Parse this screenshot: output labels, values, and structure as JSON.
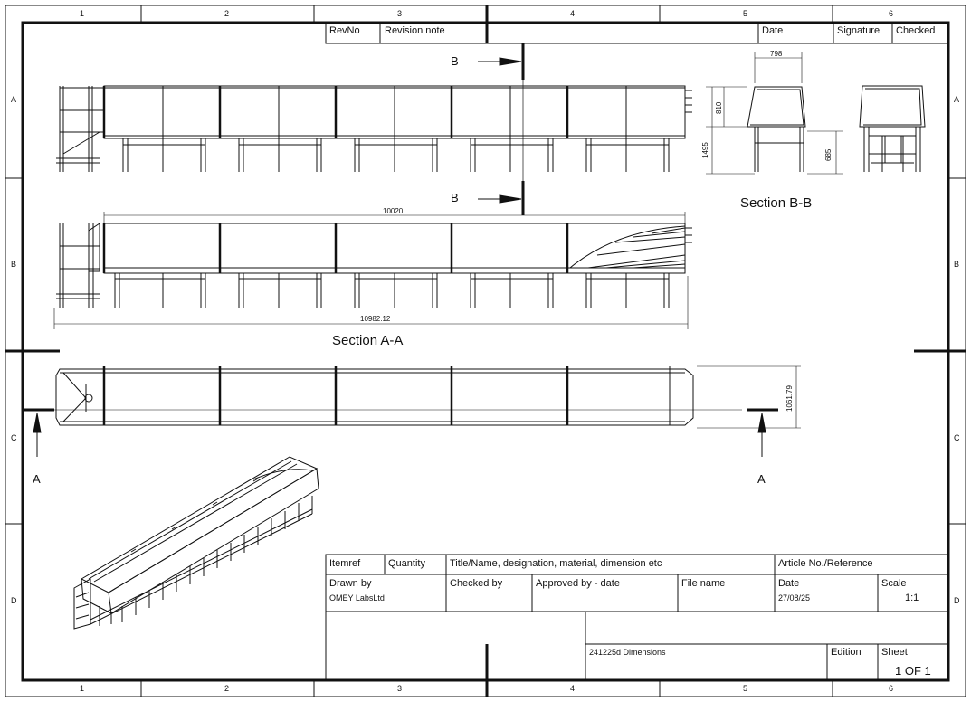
{
  "border": {
    "columns": [
      "1",
      "2",
      "3",
      "4",
      "5",
      "6"
    ],
    "rows": [
      "A",
      "B",
      "C",
      "D"
    ]
  },
  "revision_table": {
    "headers": {
      "rev_no": "RevNo",
      "revision_note": "Revision note",
      "date": "Date",
      "signature": "Signature",
      "checked": "Checked"
    }
  },
  "section_marks": {
    "b_top": "B",
    "b_bottom": "B",
    "a_left": "A",
    "a_right": "A"
  },
  "section_titles": {
    "section_bb": "Section B-B",
    "section_aa": "Section A-A"
  },
  "dimensions": {
    "width_798": "798",
    "height_810": "810",
    "height_1495": "1495",
    "height_685": "685",
    "length_10020": "10020",
    "length_10982": "10982.12",
    "width_1061": "1061.79"
  },
  "title_block": {
    "itemref": "Itemref",
    "quantity": "Quantity",
    "title_label": "Title/Name, designation, material, dimension etc",
    "article_label": "Article No./Reference",
    "drawn_by_label": "Drawn by",
    "drawn_by_value": "OMEY LabsLtd",
    "checked_by_label": "Checked by",
    "approved_by_label": "Approved by - date",
    "file_name_label": "File name",
    "date_label": "Date",
    "date_value": "27/08/25",
    "scale_label": "Scale",
    "scale_value": "1:1",
    "drawing_title": "241225d Dimensions",
    "edition_label": "Edition",
    "sheet_label": "Sheet",
    "sheet_value": "1 OF 1"
  }
}
